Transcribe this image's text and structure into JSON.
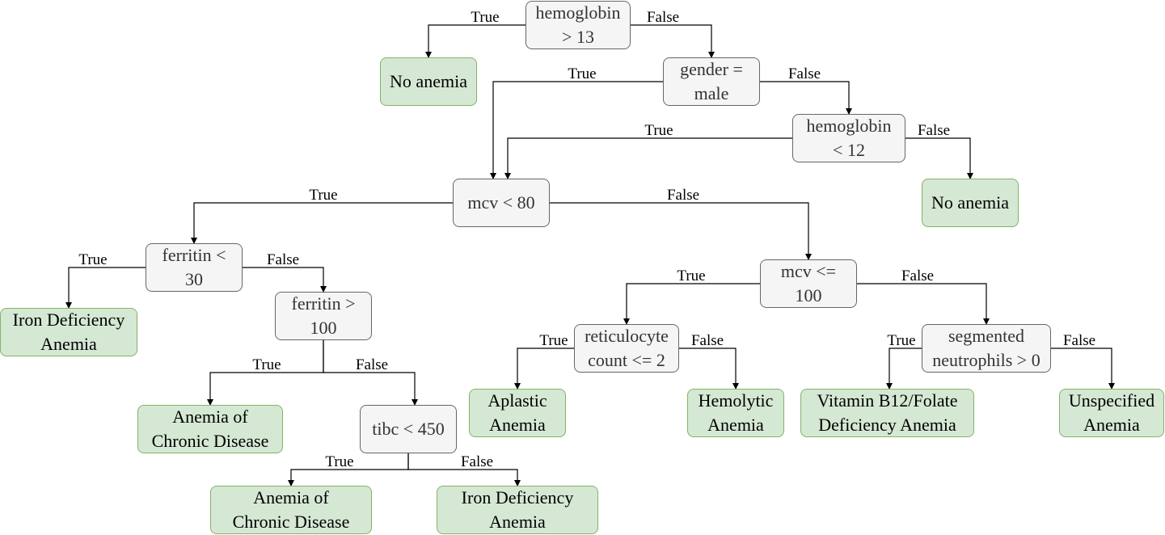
{
  "colors": {
    "decision_fill": "#f5f5f5",
    "decision_stroke": "#666666",
    "leaf_fill": "#d5e8d4",
    "leaf_stroke": "#82b366",
    "edge": "#000000"
  },
  "nodes": {
    "n1": {
      "text": "hemoglobin\n> 13",
      "kind": "decision"
    },
    "n2": {
      "text": "No anemia",
      "kind": "leaf"
    },
    "n3": {
      "text": "gender =\nmale",
      "kind": "decision"
    },
    "n4": {
      "text": "hemoglobin\n< 12",
      "kind": "decision"
    },
    "n5": {
      "text": "No anemia",
      "kind": "leaf"
    },
    "n6": {
      "text": "mcv < 80",
      "kind": "decision"
    },
    "n7": {
      "text": "ferritin <\n30",
      "kind": "decision"
    },
    "n8": {
      "text": "Iron Deficiency\nAnemia",
      "kind": "leaf"
    },
    "n9": {
      "text": "ferritin  >\n100",
      "kind": "decision"
    },
    "n10": {
      "text": "Anemia of\nChronic Disease",
      "kind": "leaf"
    },
    "n11": {
      "text": "tibc < 450",
      "kind": "decision"
    },
    "n12": {
      "text": "Anemia of\nChronic Disease",
      "kind": "leaf"
    },
    "n13": {
      "text": "Iron Deficiency\nAnemia",
      "kind": "leaf"
    },
    "n14": {
      "text": "mcv <=\n100",
      "kind": "decision"
    },
    "n15": {
      "text": "reticulocyte\ncount <= 2",
      "kind": "decision"
    },
    "n16": {
      "text": "Aplastic\nAnemia",
      "kind": "leaf"
    },
    "n17": {
      "text": "Hemolytic\nAnemia",
      "kind": "leaf"
    },
    "n18": {
      "text": "segmented\nneutrophils > 0",
      "kind": "decision"
    },
    "n19": {
      "text": "Vitamin B12/Folate\nDeficiency Anemia",
      "kind": "leaf"
    },
    "n20": {
      "text": "Unspecified\nAnemia",
      "kind": "leaf"
    }
  },
  "edges": [
    {
      "id": "e1",
      "label": "True"
    },
    {
      "id": "e2",
      "label": "False"
    },
    {
      "id": "e3",
      "label": "True"
    },
    {
      "id": "e4",
      "label": "False"
    },
    {
      "id": "e5",
      "label": "True"
    },
    {
      "id": "e6",
      "label": "False"
    },
    {
      "id": "e7",
      "label": "True"
    },
    {
      "id": "e8",
      "label": "False"
    },
    {
      "id": "e9",
      "label": "True"
    },
    {
      "id": "e10",
      "label": "False"
    },
    {
      "id": "e11",
      "label": "True"
    },
    {
      "id": "e12",
      "label": "False"
    },
    {
      "id": "e13",
      "label": "True"
    },
    {
      "id": "e14",
      "label": "False"
    },
    {
      "id": "e15",
      "label": "True"
    },
    {
      "id": "e16",
      "label": "False"
    },
    {
      "id": "e17",
      "label": "True"
    },
    {
      "id": "e18",
      "label": "False"
    },
    {
      "id": "e19",
      "label": "True"
    },
    {
      "id": "e20",
      "label": "False"
    }
  ]
}
